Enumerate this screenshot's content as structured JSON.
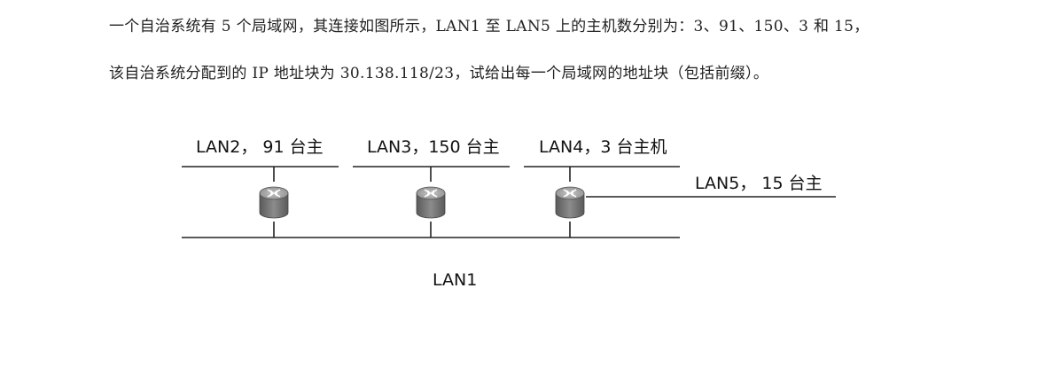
{
  "problem": {
    "line1": "一个自治系统有 5 个局域网，其连接如图所示，LAN1 至 LAN5 上的主机数分别为：3、91、150、3 和 15，",
    "line2": "该自治系统分配到的 IP 地址块为 30.138.118/23，试给出每一个局域网的地址块（包括前缀）。"
  },
  "diagram": {
    "lan1_label": "LAN1",
    "lan2_label": "LAN2， 91 台主",
    "lan3_label": "LAN3，150 台主",
    "lan4_label": "LAN4，3 台主机",
    "lan5_label": "LAN5， 15 台主",
    "colors": {
      "line": "#222222",
      "router_body": "#7a7a7a",
      "router_top": "#a8a8a8",
      "router_arrows": "#ffffff"
    }
  }
}
